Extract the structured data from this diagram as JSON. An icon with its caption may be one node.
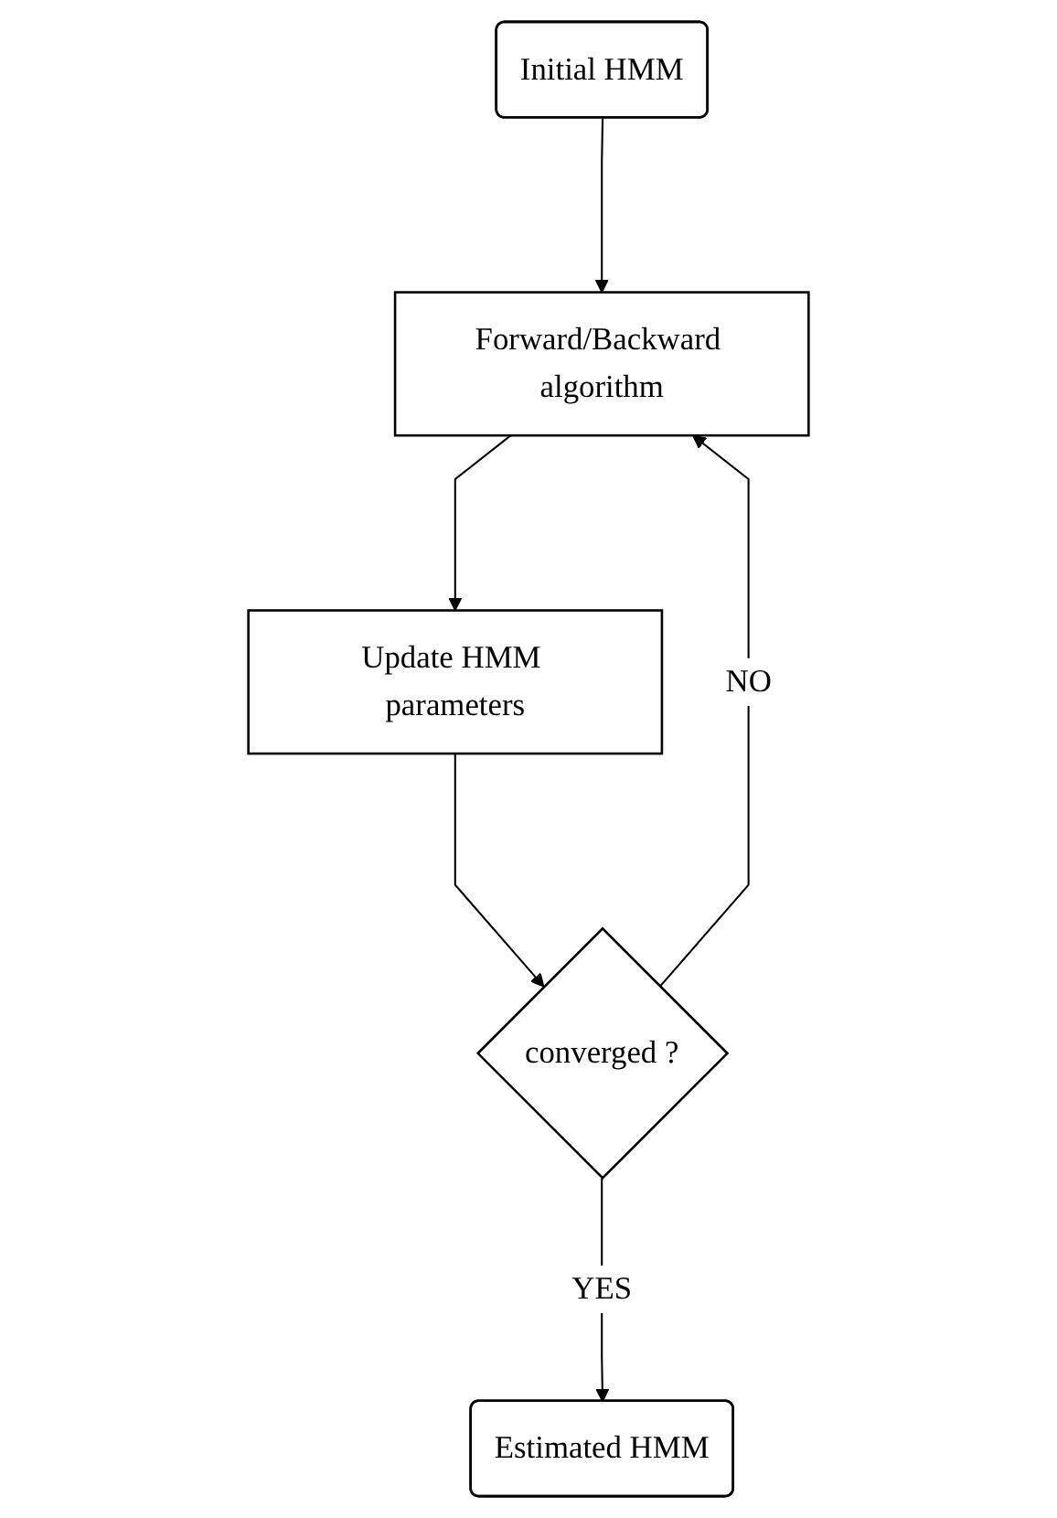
{
  "diagram": {
    "nodes": [
      {
        "text": [
          "Initial HMM"
        ]
      },
      {
        "text": [
          "Forward/Backward algorithm"
        ]
      },
      {
        "text": [
          "Update HMM parameters"
        ]
      },
      {
        "text": [
          "converged ?"
        ]
      },
      {
        "text": [
          "Estimated HMM"
        ]
      }
    ],
    "edges": [
      {
        "from": 0,
        "to": 1,
        "arrow": "to"
      },
      {
        "from": 1,
        "to": 2,
        "arrow": "to"
      },
      {
        "from": 2,
        "to": 3,
        "arrow": "to"
      },
      {
        "from": 3,
        "to": 4,
        "label": "YES",
        "arrow": "to"
      },
      {
        "from": 3,
        "to": 1,
        "label": "NO",
        "arrow": "to"
      }
    ]
  }
}
